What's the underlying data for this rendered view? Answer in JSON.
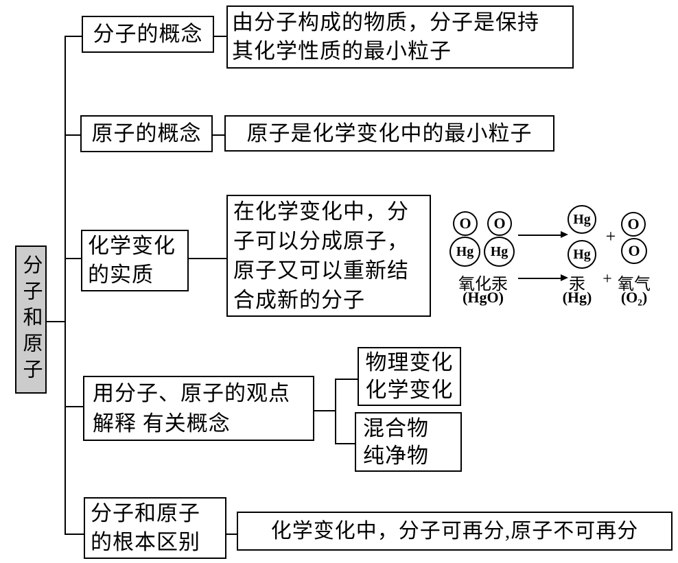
{
  "root": {
    "label": "分子和原子",
    "fill": "#cccccc",
    "line_color": "#000000"
  },
  "branch1": {
    "concept": "分子的概念",
    "desc": "由分子构成的物质，分子是保持\n其化学性质的最小粒子"
  },
  "branch2": {
    "concept": "原子的概念",
    "desc": "原子是化学变化中的最小粒子"
  },
  "branch3": {
    "concept": "化学变化\n的实质",
    "desc": "在化学变化中，分\n子可以分成原子，\n原子又可以重新结\n合成新的分子"
  },
  "branch4": {
    "concept": "用分子、原子的观点\n解释 有关概念",
    "child1": "物理变化\n化学变化",
    "child2": "混合物\n纯净物"
  },
  "branch5": {
    "concept": "分子和原子\n的根本区别",
    "desc": "化学变化中，分子可再分,原子不可再分"
  },
  "reaction": {
    "atom_o": "O",
    "atom_hg": "Hg",
    "plus": "+",
    "reactant_name": "氧化汞",
    "reactant_formula": "(HgO)",
    "product1_name": "汞",
    "product1_formula": "(Hg)",
    "product2_name": "氧气",
    "product2_formula": "(O₂)"
  }
}
